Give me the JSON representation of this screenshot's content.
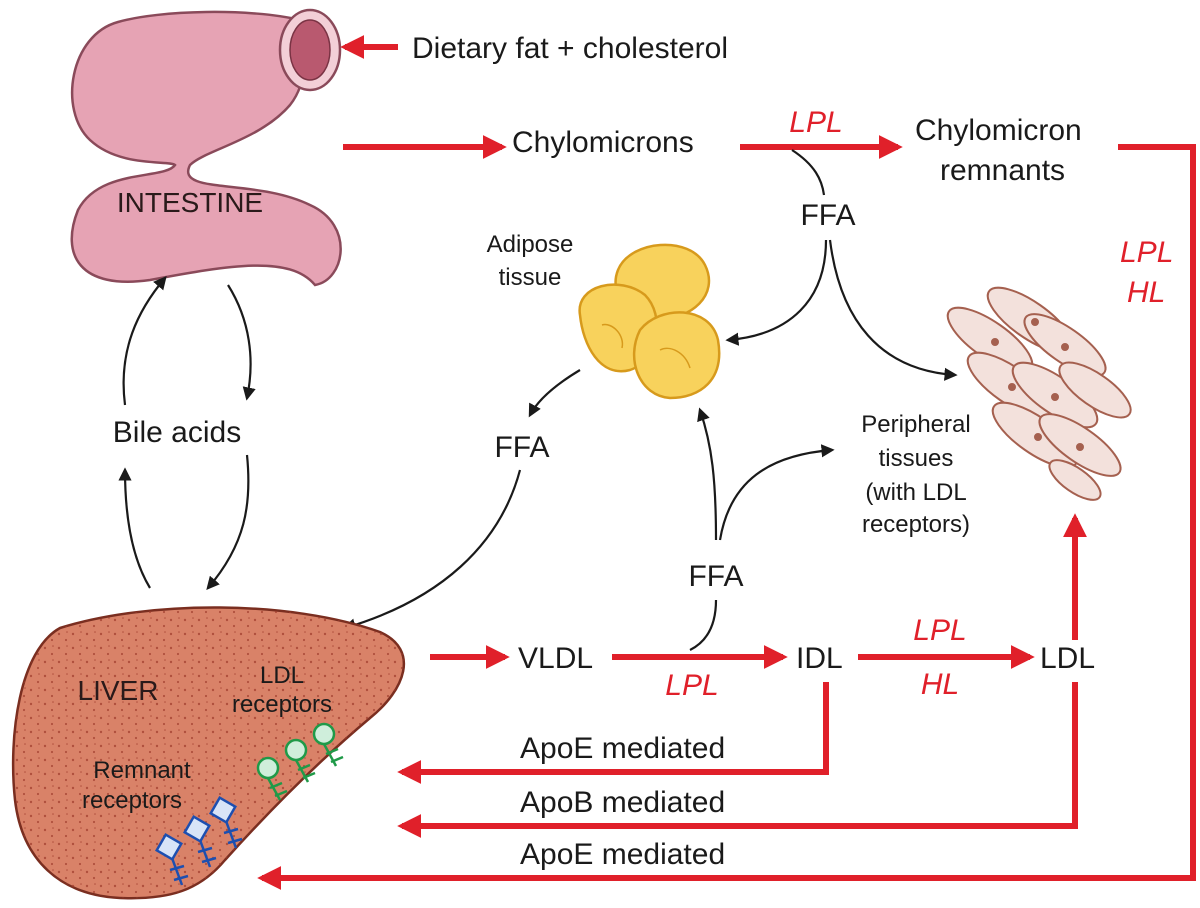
{
  "colors": {
    "red_flow": "#e0202a",
    "black_flow": "#1a1a1a",
    "intestine_fill": "#e6a3b4",
    "liver_fill": "#d98268",
    "adipose_fill": "#f8d25c",
    "remnant_receptor": "#1d4fb0",
    "ldl_receptor": "#1f9a48"
  },
  "labels": {
    "dietary": "Dietary fat + cholesterol",
    "intestine": "INTESTINE",
    "chylomicrons": "Chylomicrons",
    "remnants_line1": "Chylomicron",
    "remnants_line2": "remnants",
    "ffa_top": "FFA",
    "adipose_line1": "Adipose",
    "adipose_line2": "tissue",
    "ffa_left": "FFA",
    "bile_acids": "Bile acids",
    "peripheral_1": "Peripheral",
    "peripheral_2": "tissues",
    "peripheral_3": "(with LDL",
    "peripheral_4": "receptors)",
    "ffa_mid": "FFA",
    "vldl": "VLDL",
    "idl": "IDL",
    "ldl": "LDL",
    "liver": "LIVER",
    "ldl_receptors_1": "LDL",
    "ldl_receptors_2": "receptors",
    "remnant_receptors_1": "Remnant",
    "remnant_receptors_2": "receptors",
    "apoe_mediated_1": "ApoE mediated",
    "apob_mediated": "ApoB mediated",
    "apoe_mediated_2": "ApoE mediated"
  },
  "enzymes": {
    "lpl_top": "LPL",
    "lpl_right": "LPL",
    "hl_right": "HL",
    "lpl_vldl": "LPL",
    "lpl_idl": "LPL",
    "hl_idl": "HL"
  }
}
